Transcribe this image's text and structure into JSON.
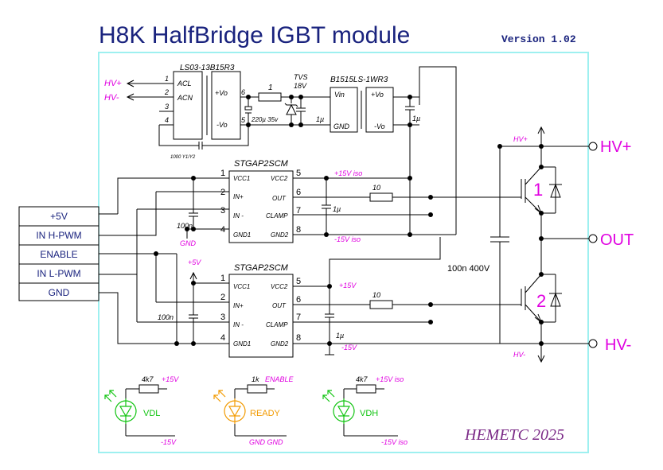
{
  "title": "H8K HalfBridge IGBT module",
  "version": "Version 1.02",
  "credit": "HEMETC 2025",
  "colors": {
    "frame": "#9ef0f0",
    "title": "#1a237e",
    "magenta": "#e000e0",
    "green": "#11c411",
    "orange": "#f29a00",
    "purple": "#7b2a87",
    "wire": "#000000"
  },
  "psu": {
    "part": "LS03-13B15R3",
    "pins": [
      "1",
      "2",
      "3",
      "4"
    ],
    "pin_labels": [
      "ACL",
      "ACN"
    ],
    "out_labels": [
      "+Vo",
      "-Vo"
    ],
    "out_pins": [
      "6",
      "5"
    ],
    "hv_plus": "HV+",
    "hv_minus": "HV-",
    "y_cap": "1000 Y1/Y2",
    "resistor": "1",
    "cap": "220µ 35v",
    "tvs": "TVS",
    "tvs_v": "18V",
    "cap_1u_a": "1µ",
    "dcdc_part": "B1515LS-1WR3",
    "dcdc_in": [
      "Vin",
      "GND"
    ],
    "dcdc_out": [
      "+Vo",
      "-Vo"
    ],
    "cap_1u_b": "1µ"
  },
  "drivers": [
    {
      "part": "STGAP2SCM",
      "left_pins": [
        "1",
        "2",
        "3",
        "4"
      ],
      "left_labels": [
        "VCC1",
        "IN+",
        "IN -",
        "GND1"
      ],
      "right_pins": [
        "5",
        "6",
        "7",
        "8"
      ],
      "right_labels": [
        "VCC2",
        "OUT",
        "CLAMP",
        "GND2"
      ],
      "cap_in": "100n",
      "gnd_label": "GND",
      "vcc2_rail": "+15V iso",
      "gnd2_rail": "-15V iso",
      "gate_res": "10",
      "cap_out": "1µ"
    },
    {
      "part": "STGAP2SCM",
      "left_pins": [
        "1",
        "2",
        "3",
        "4"
      ],
      "left_labels": [
        "VCC1",
        "IN+",
        "IN -",
        "GND1"
      ],
      "right_pins": [
        "5",
        "6",
        "7",
        "8"
      ],
      "right_labels": [
        "VCC2",
        "OUT",
        "CLAMP",
        "GND2"
      ],
      "cap_in": "100n",
      "vcc1_rail": "+5V",
      "vcc2_rail": "+15V",
      "gnd2_rail": "-15V",
      "gate_res": "10",
      "cap_out": "1µ"
    }
  ],
  "connector": [
    "+5V",
    "IN H-PWM",
    "ENABLE",
    "IN L-PWM",
    "GND"
  ],
  "bridge": {
    "hv_plus_small": "HV+",
    "hv_minus_small": "HV-",
    "cap": "100n 400V",
    "igbt_hi": "1",
    "igbt_lo": "2",
    "term_hv_plus": "HV+",
    "term_out": "OUT",
    "term_hv_minus": "HV-"
  },
  "leds": [
    {
      "res": "4k7",
      "rail_top": "+15V",
      "name": "VDL",
      "rail_bottom": "-15V",
      "color": "#11c411"
    },
    {
      "res": "1k",
      "rail_top": "ENABLE",
      "name": "READY",
      "rail_bottom": "GND  GND",
      "color": "#f29a00"
    },
    {
      "res": "4k7",
      "rail_top": "+15V iso",
      "name": "VDH",
      "rail_bottom": "-15V iso",
      "color": "#11c411"
    }
  ]
}
